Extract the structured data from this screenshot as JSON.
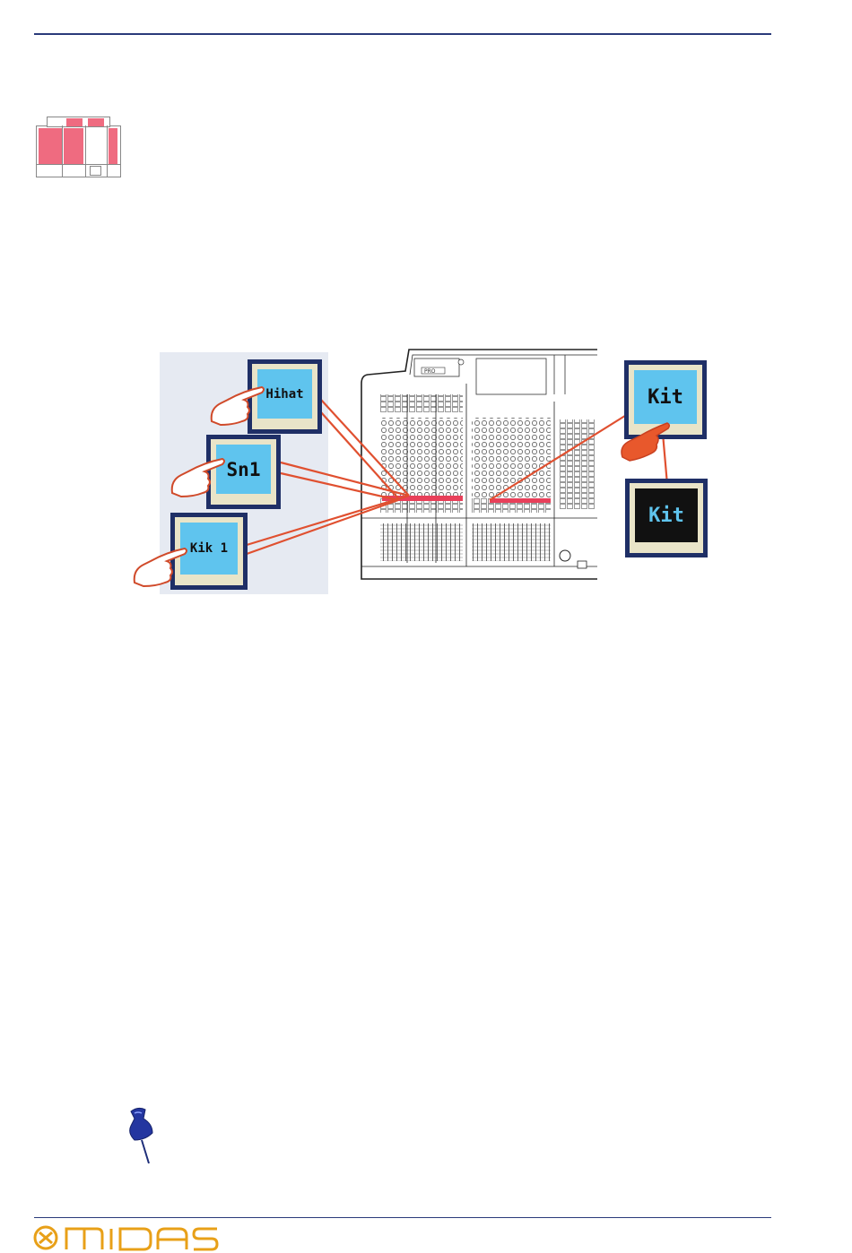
{
  "figure": {
    "left_buttons": [
      {
        "label": "Hihat"
      },
      {
        "label": "Sn1"
      },
      {
        "label": "Kik 1"
      }
    ],
    "right_buttons": [
      {
        "label": "Kit"
      },
      {
        "label": "Kit"
      }
    ]
  },
  "colors": {
    "rule": "#2a3a7a",
    "lcd_blue": "#5fc4ee",
    "highlight_red": "#e8405a",
    "arrow": "#e05030",
    "panel_bg": "#e6eaf2",
    "logo_gold": "#e8a018"
  }
}
